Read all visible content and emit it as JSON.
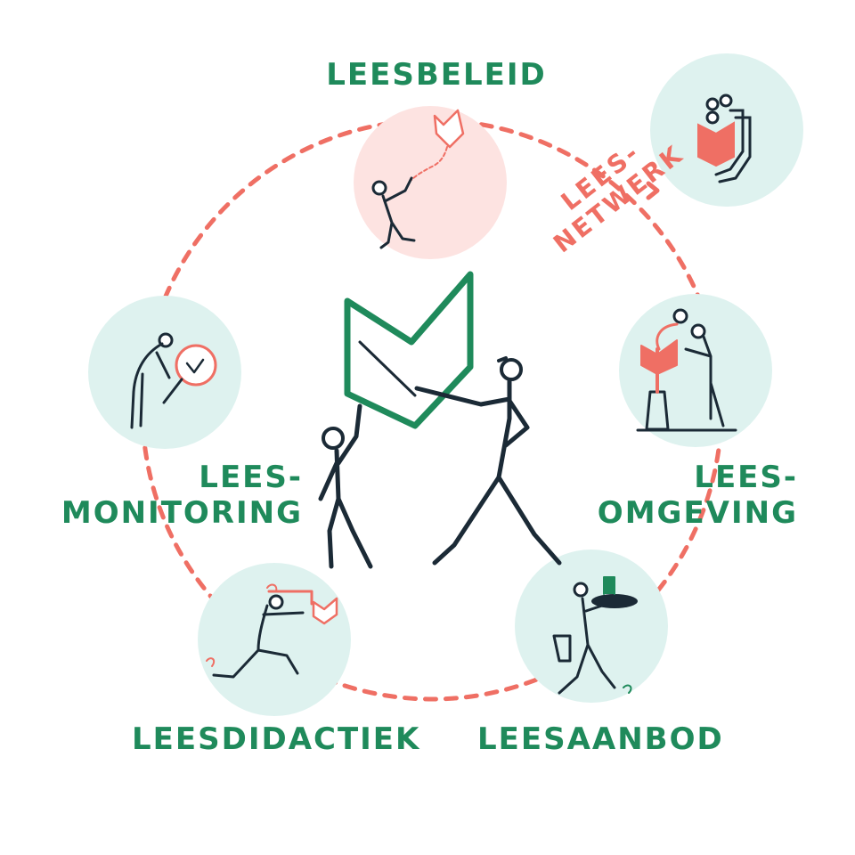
{
  "nodes": {
    "leesbeleid": {
      "label": "LEESBELEID"
    },
    "leesomgeving": {
      "label_line1": "LEES-",
      "label_line2": "OMGEVING"
    },
    "leesaanbod": {
      "label": "LEESAANBOD"
    },
    "leesdidactiek": {
      "label": "LEESDIDACTIEK"
    },
    "leesmonitoring": {
      "label_line1": "LEES-",
      "label_line2": "MONITORING"
    }
  },
  "network": {
    "label_line1": "LEES-",
    "label_line2": "NETWERK"
  },
  "colors": {
    "green": "#1f8a5b",
    "coral": "#ef6f64",
    "mint_circle": "#def2ef",
    "pink_circle": "#fde3e1",
    "ink": "#1b2a36"
  }
}
